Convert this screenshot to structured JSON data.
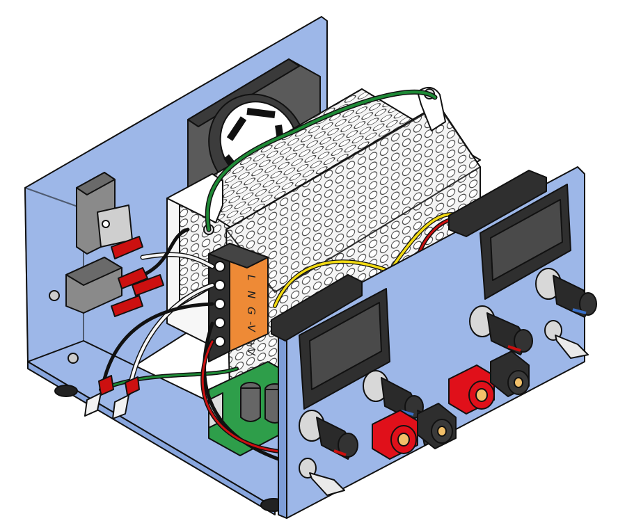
{
  "terminal_block": {
    "labels": [
      "L",
      "N",
      "G",
      "-V",
      "+V"
    ]
  },
  "colors": {
    "chassis": "#9DB7E8",
    "chassis_edge": "#6E8FC8",
    "psu": "#FFFFFF",
    "fan": "#3A3A3A",
    "terminal_orange": "#EE8A36",
    "binding_post_red": "#E0101A",
    "binding_post_black": "#2E2E2E",
    "knob": "#2A2A2A",
    "pcb": "#2E9E4A",
    "wire_red": "#CC1010",
    "wire_black": "#111111",
    "wire_green": "#1E8A36",
    "wire_yellow": "#F2DA12",
    "wire_white": "#F7F7F7"
  },
  "icons": [
    "cooling-fan-icon",
    "iec-power-inlet-icon",
    "fuse-holder-icon",
    "panel-meter-icon",
    "binding-post-icon",
    "potentiometer-knob-icon",
    "toggle-switch-icon"
  ]
}
